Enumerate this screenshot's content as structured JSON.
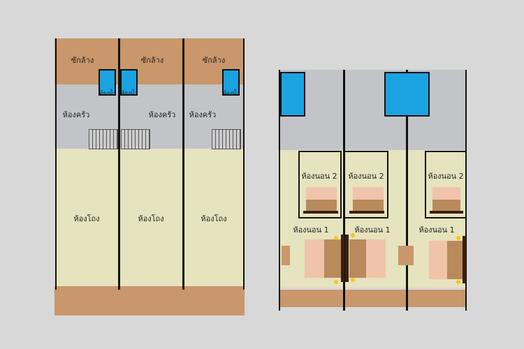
{
  "ground_floor": {
    "units": [
      {
        "laundry": "ซักล้าง",
        "bathroom": "ห้องน้ำ",
        "kitchen": "ห้องครัว",
        "hall": "ห้องโถง"
      },
      {
        "laundry": "ซักล้าง",
        "bathroom": "ห้องน้ำ",
        "kitchen": "ห้องครัว",
        "hall": "ห้องโถง"
      },
      {
        "laundry": "ซักล้าง",
        "bathroom": "ห้องน้ำ",
        "kitchen": "ห้องครัว",
        "hall": "ห้องโถง"
      }
    ]
  },
  "upper_floor": {
    "units": [
      {
        "bedroom2": "ห้องนอน 2",
        "bedroom1": "ห้องนอน 1"
      },
      {
        "bedroom2": "ห้องนอน 2",
        "bedroom1": "ห้องนอน 1"
      },
      {
        "bedroom2": "ห้องนอน 2",
        "bedroom1": "ห้องนอน 1"
      }
    ]
  }
}
